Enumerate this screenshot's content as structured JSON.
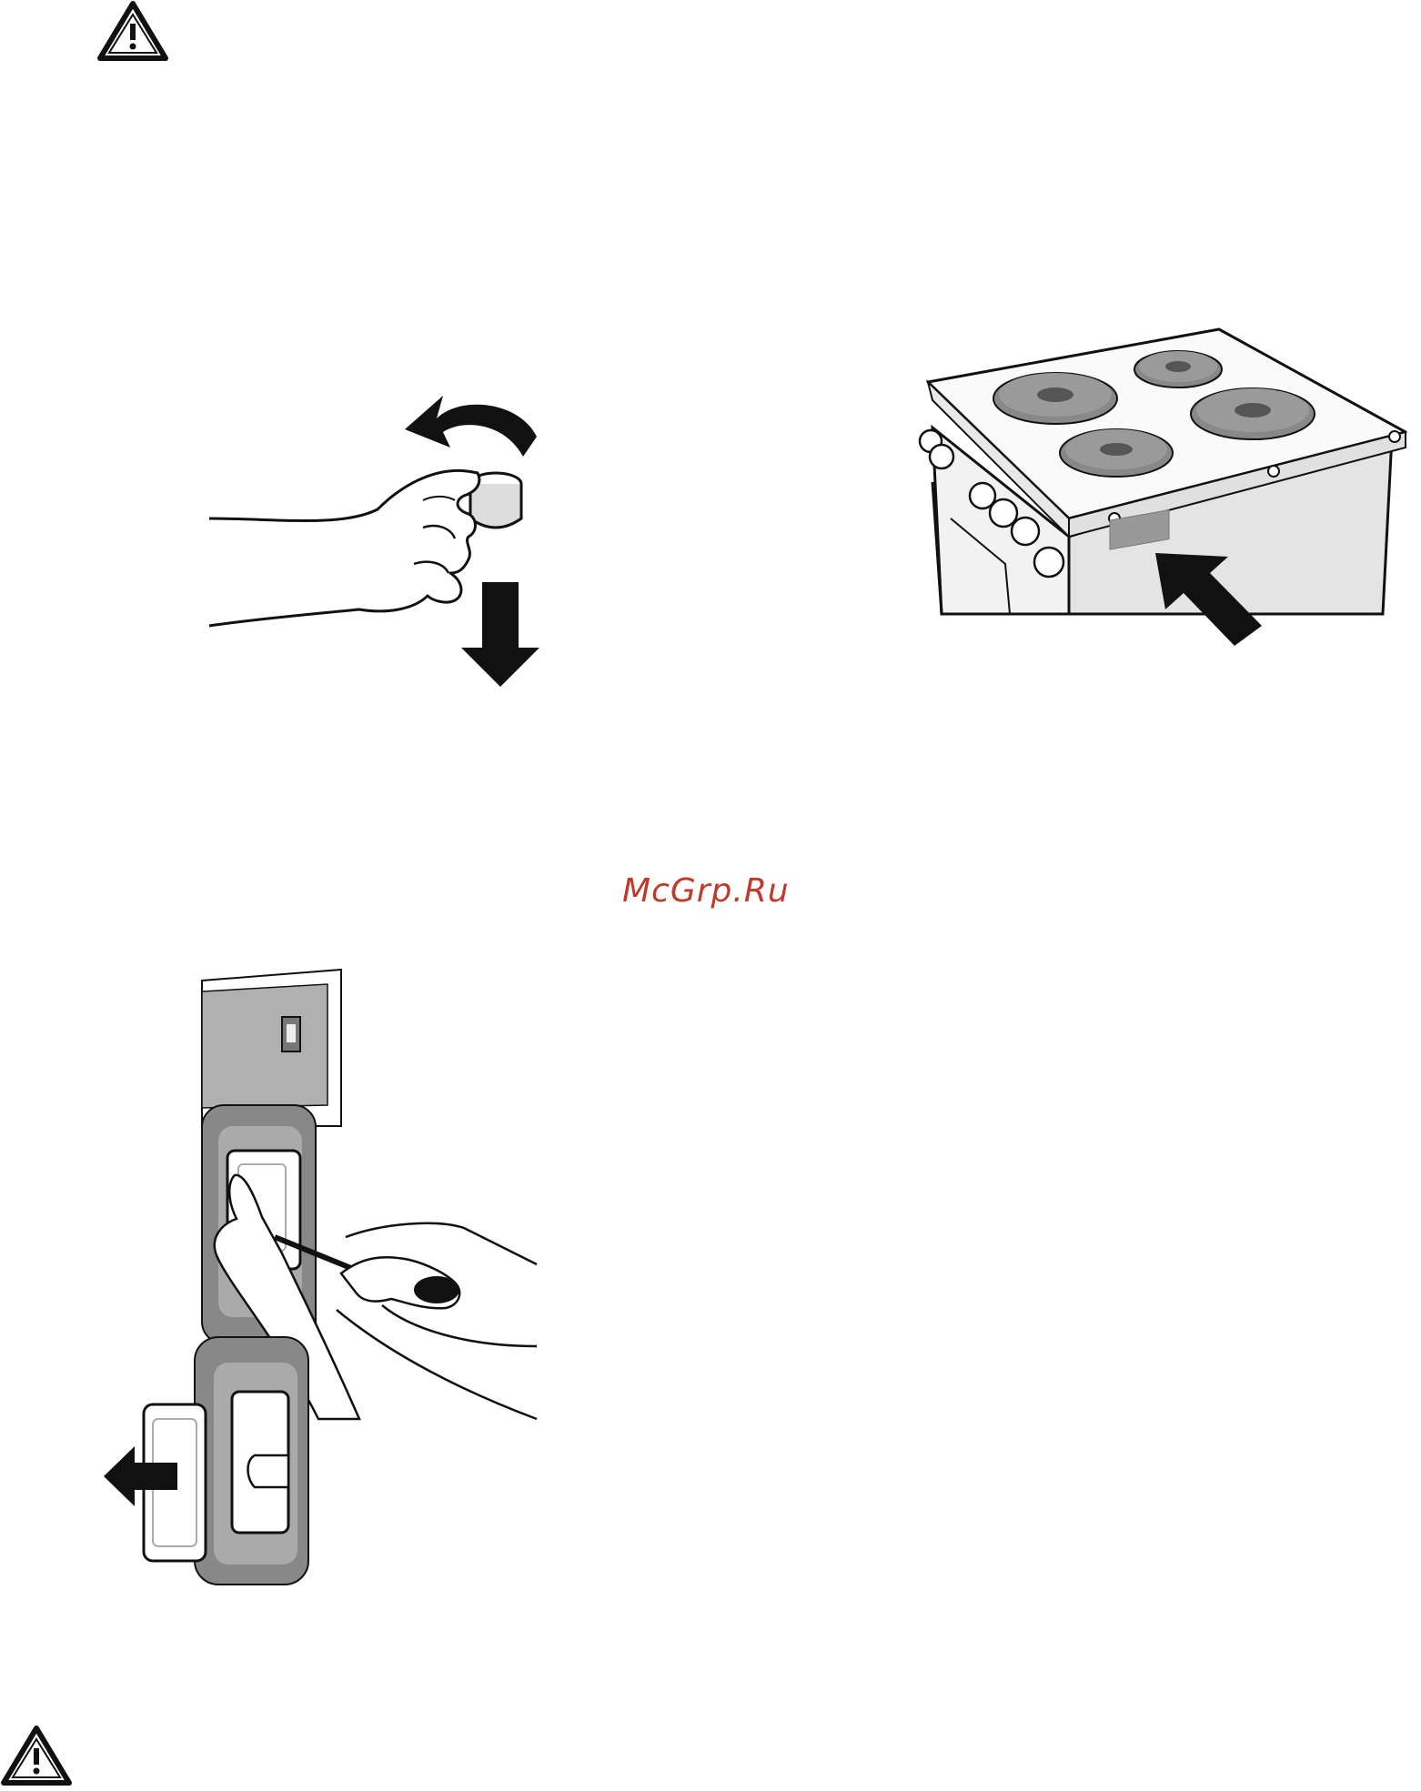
{
  "watermark": {
    "text": "McGrp.Ru",
    "color": "#c0392b"
  },
  "icons": {
    "warning_top": "warning-triangle-icon",
    "warning_bottom": "warning-triangle-icon"
  },
  "figures": [
    {
      "name": "knob-removal",
      "description_icon": "hand-pulling-knob"
    },
    {
      "name": "cooker-rating-plate",
      "description_icon": "cooker-with-arrow"
    },
    {
      "name": "lamp-cover-removal",
      "description_icon": "hand-screwdriver-lamp"
    }
  ]
}
